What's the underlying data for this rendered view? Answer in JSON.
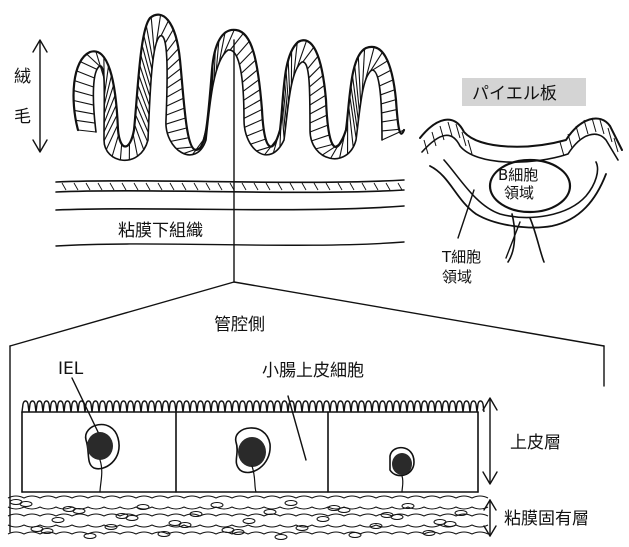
{
  "villus_label": [
    "絨",
    "毛"
  ],
  "submucosa_label": "粘膜下組織",
  "peyer_patch_label": "パイエル板",
  "b_cell_label": [
    "B細胞",
    "領域"
  ],
  "t_cell_label": [
    "T細胞",
    "領域"
  ],
  "lumen_side_label": "管腔側",
  "iel_label": "IEL",
  "enterocyte_label": "小腸上皮細胞",
  "epithelium_label": "上皮層",
  "lamina_propria_label": "粘膜固有層",
  "colors": {
    "ink": "#111111",
    "label_box": "#d4d4d4",
    "nucleus": "#2a2a2a",
    "background": "#ffffff"
  }
}
